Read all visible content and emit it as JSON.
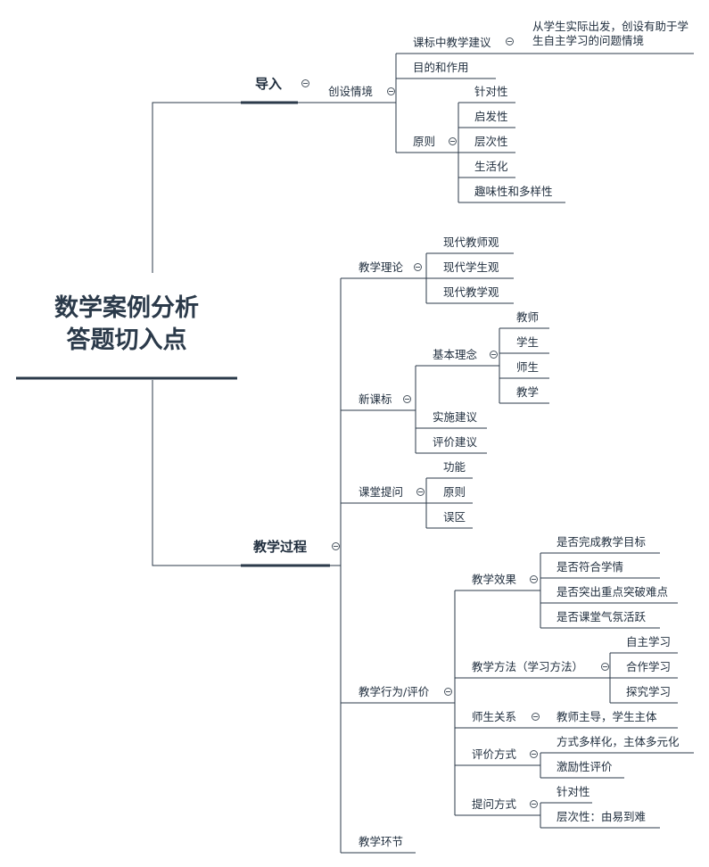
{
  "root": {
    "line1": "数学案例分析",
    "line2": "答题切入点"
  },
  "branches": {
    "daoru": {
      "label": "导入",
      "chuangshe": {
        "label": "创设情境",
        "kebiao": {
          "label": "课标中教学建议",
          "detail": "从学生实际出发，创设有助于学生自主学习的问题情境"
        },
        "mudi": "目的和作用",
        "yuanze": {
          "label": "原则",
          "items": [
            "针对性",
            "启发性",
            "层次性",
            "生活化",
            "趣味性和多样性"
          ]
        }
      }
    },
    "guocheng": {
      "label": "教学过程",
      "lilun": {
        "label": "教学理论",
        "items": [
          "现代教师观",
          "现代学生观",
          "现代教学观"
        ]
      },
      "xinkebiao": {
        "label": "新课标",
        "jiben": {
          "label": "基本理念",
          "items": [
            "教师",
            "学生",
            "师生",
            "教学"
          ]
        },
        "shishi": "实施建议",
        "pingjia": "评价建议"
      },
      "tiwen": {
        "label": "课堂提问",
        "items": [
          "功能",
          "原则",
          "误区"
        ]
      },
      "xingwei": {
        "label": "教学行为/评价",
        "xiaoguo": {
          "label": "教学效果",
          "items": [
            "是否完成教学目标",
            "是否符合学情",
            "是否突出重点突破难点",
            "是否课堂气氛活跃"
          ]
        },
        "fangfa": {
          "label": "教学方法（学习方法）",
          "items": [
            "自主学习",
            "合作学习",
            "探究学习"
          ]
        },
        "guanxi": {
          "label": "师生关系",
          "items": [
            "教师主导，学生主体"
          ]
        },
        "pjfs": {
          "label": "评价方式",
          "items": [
            "方式多样化，主体多元化",
            "激励性评价"
          ]
        },
        "twfs": {
          "label": "提问方式",
          "items": [
            "针对性",
            "层次性：由易到难"
          ]
        }
      },
      "huanjie": "教学环节"
    }
  },
  "colors": {
    "line": "#2b3a4a",
    "text": "#1f2d3d"
  }
}
